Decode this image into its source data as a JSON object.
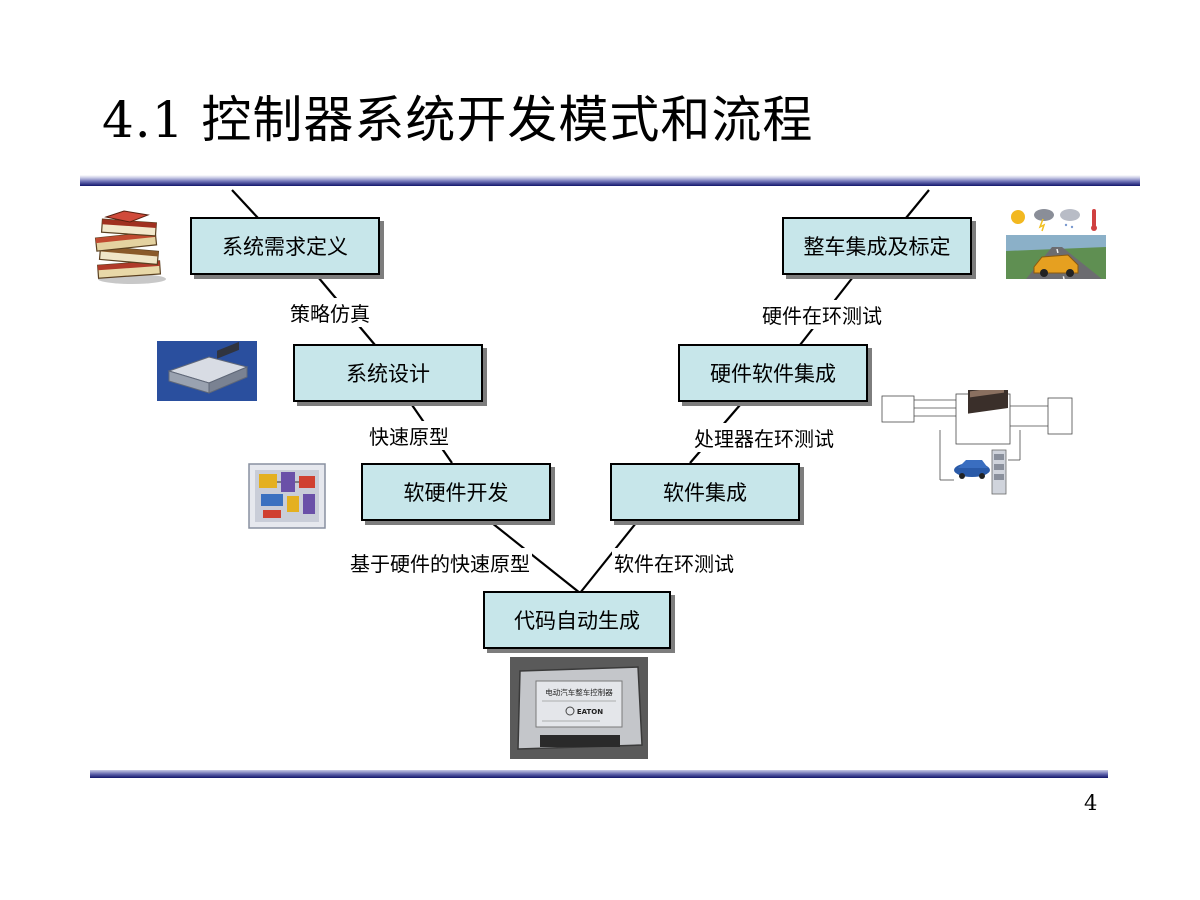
{
  "title": "4.1  控制器系统开发模式和流程",
  "page_number": "4",
  "boxes": {
    "req_def": "系统需求定义",
    "sys_design": "系统设计",
    "hw_sw_dev": "软硬件开发",
    "code_gen": "代码自动生成",
    "sw_integ": "软件集成",
    "hw_sw_integ": "硬件软件集成",
    "vehicle_calib": "整车集成及标定"
  },
  "links": {
    "strategy_sim": "策略仿真",
    "rapid_proto": "快速原型",
    "hw_rapid_proto": "基于硬件的快速原型",
    "sil_test": "软件在环测试",
    "pil_test": "处理器在环测试",
    "hil_test": "硬件在环测试"
  },
  "images": {
    "ecu_label": "电动汽车整车控制器",
    "ecu_brand": "EATON"
  },
  "colors": {
    "box_fill": "#c7e6ea",
    "rule_dark": "#12166b"
  }
}
